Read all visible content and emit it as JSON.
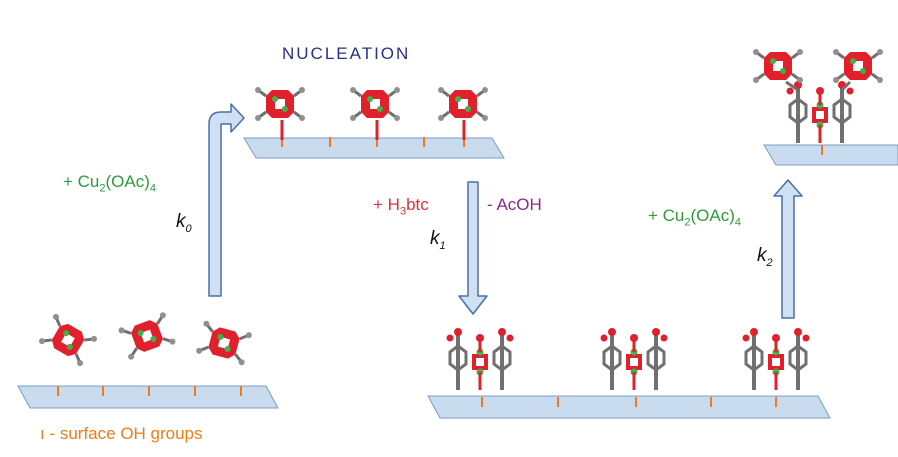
{
  "title": "NUCLEATION",
  "steps": {
    "step0": {
      "reagent_prefix": "+ Cu",
      "reagent_sub1": "2",
      "reagent_mid": "(OAc)",
      "reagent_sub2": "4",
      "rate": "k",
      "rate_sub": "0"
    },
    "step1": {
      "reagent_prefix": "+ H",
      "reagent_sub1": "3",
      "reagent_mid": "btc",
      "byproduct": "- AcOH",
      "rate": "k",
      "rate_sub": "1"
    },
    "step2": {
      "reagent_prefix": "+ Cu",
      "reagent_sub1": "2",
      "reagent_mid": "(OAc)",
      "reagent_sub2": "4",
      "rate": "k",
      "rate_sub": "2"
    }
  },
  "legend": {
    "marker": "ı",
    "text": " - surface OH groups"
  },
  "colors": {
    "substrate_fill": "#c9dcef",
    "substrate_stroke": "#7a9ec0",
    "oh_marker": "#f07b1a",
    "arrow_fill": "#cfe0f2",
    "arrow_stroke": "#4a6fa8",
    "copper": "#3fb04a",
    "oxygen": "#e0202a",
    "carbon": "#707070"
  }
}
